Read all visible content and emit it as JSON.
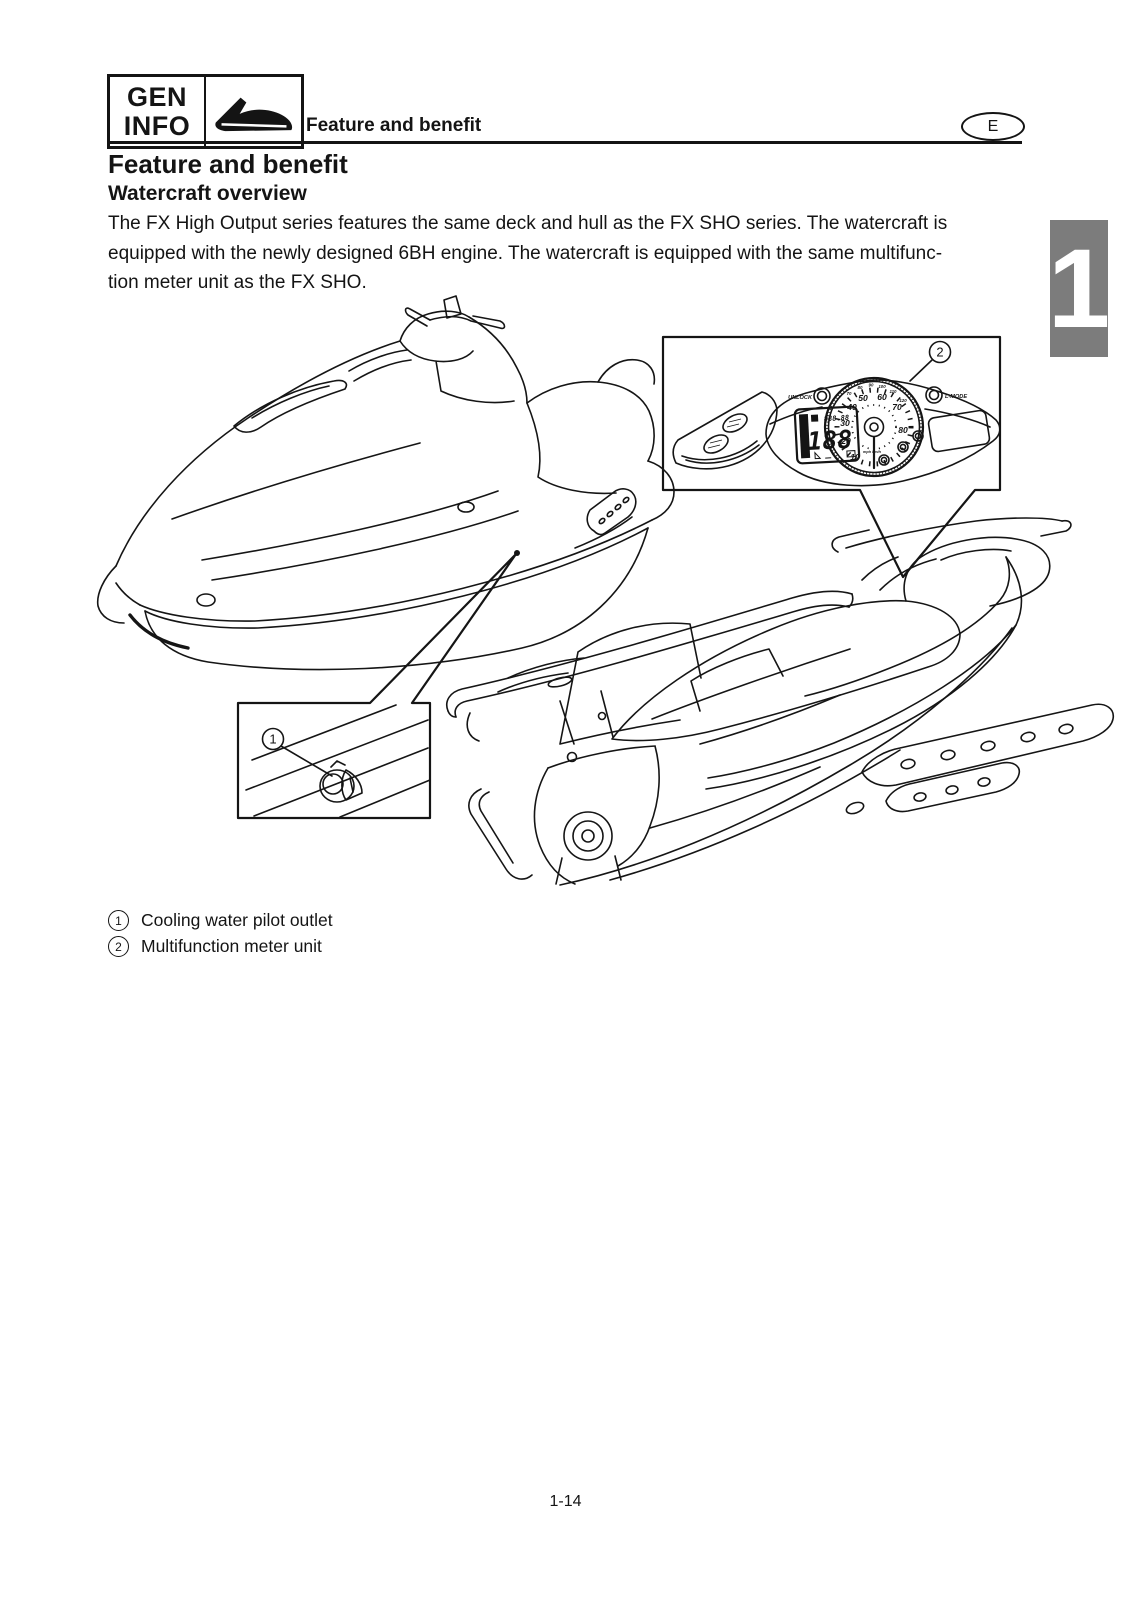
{
  "header": {
    "tag": {
      "line1": "GEN",
      "line2": "INFO"
    },
    "icon": "watercraft-silhouette-icon",
    "section_title": "Feature and benefit",
    "language_badge": "E"
  },
  "chapter_tab": {
    "number": "1",
    "background": "#7c7c7c"
  },
  "content": {
    "title": "Feature and benefit",
    "subtitle": "Watercraft overview",
    "paragraph_lines": [
      "The FX High Output series features the same deck and hull as the FX SHO series. The watercraft is",
      "equipped with the newly designed 6BH engine. The watercraft is equipped with the same multifunc-",
      "tion meter unit as the FX SHO."
    ]
  },
  "figure": {
    "callouts": [
      {
        "number": "1"
      },
      {
        "number": "2"
      }
    ],
    "meter": {
      "unlock_label": "UNLOCK",
      "lmode_label": "L-MODE",
      "lcd_small": "888.88",
      "lcd_main": "188",
      "tach_labels": [
        "10",
        "20",
        "30",
        "40",
        "50",
        "60",
        "70",
        "80"
      ],
      "speed_labels": [
        "70",
        "80",
        "90",
        "100",
        "110",
        "120"
      ],
      "units": "mph km/h"
    }
  },
  "legend": [
    {
      "marker": "1",
      "text": "Cooling water pilot outlet"
    },
    {
      "marker": "2",
      "text": "Multifunction meter unit"
    }
  ],
  "footer": {
    "page_number": "1-14"
  },
  "colors": {
    "ink": "#141414",
    "tab_gray": "#7c7c7c"
  }
}
